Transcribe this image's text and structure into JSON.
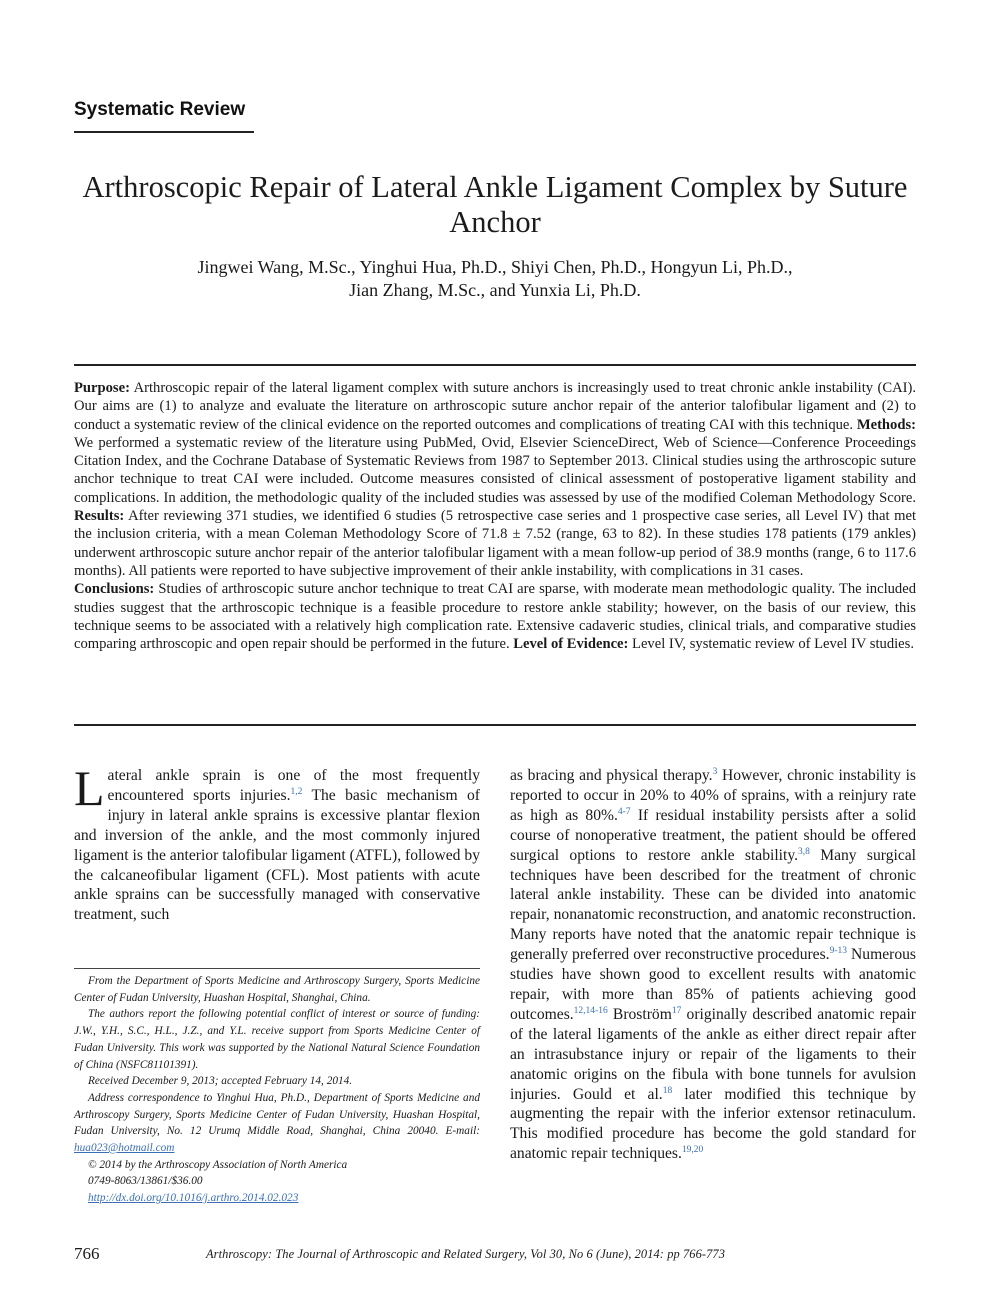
{
  "section_label": "Systematic Review",
  "title": "Arthroscopic Repair of Lateral Ankle Ligament Complex by Suture Anchor",
  "authors": {
    "line1": "Jingwei Wang, M.Sc., Yinghui Hua, Ph.D., Shiyi Chen, Ph.D., Hongyun Li, Ph.D.,",
    "line2": "Jian Zhang, M.Sc., and Yunxia Li, Ph.D."
  },
  "abstract": {
    "purpose_label": "Purpose:",
    "purpose_text": " Arthroscopic repair of the lateral ligament complex with suture anchors is increasingly used to treat chronic ankle instability (CAI). Our aims are (1) to analyze and evaluate the literature on arthroscopic suture anchor repair of the anterior talofibular ligament and (2) to conduct a systematic review of the clinical evidence on the reported outcomes and complications of treating CAI with this technique. ",
    "methods_label": "Methods:",
    "methods_text": " We performed a systematic review of the literature using PubMed, Ovid, Elsevier ScienceDirect, Web of Science—Conference Proceedings Citation Index, and the Cochrane Database of Systematic Reviews from 1987 to September 2013. Clinical studies using the arthroscopic suture anchor technique to treat CAI were included. Outcome measures consisted of clinical assessment of postoperative ligament stability and complications. In addition, the methodologic quality of the included studies was assessed by use of the modified Coleman Methodology Score. ",
    "results_label": "Results:",
    "results_text": " After reviewing 371 studies, we identified 6 studies (5 retrospective case series and 1 prospective case series, all Level IV) that met the inclusion criteria, with a mean Coleman Methodology Score of 71.8 ± 7.52 (range, 63 to 82). In these studies 178 patients (179 ankles) underwent arthroscopic suture anchor repair of the anterior talofibular ligament with a mean follow-up period of 38.9 months (range, 6 to 117.6 months). All patients were reported to have subjective improvement of their ankle instability, with complications in 31 cases.",
    "conclusions_label": "Conclusions:",
    "conclusions_text": " Studies of arthroscopic suture anchor technique to treat CAI are sparse, with moderate mean methodologic quality. The included studies suggest that the arthroscopic technique is a feasible procedure to restore ankle stability; however, on the basis of our review, this technique seems to be associated with a relatively high complication rate. Extensive cadaveric studies, clinical trials, and comparative studies comparing arthroscopic and open repair should be performed in the future. ",
    "level_label": "Level of Evidence:",
    "level_text": " Level IV, systematic review of Level IV studies."
  },
  "body_left": {
    "dropcap": "L",
    "s1": "ateral ankle sprain is one of the most frequently encountered sports injuries.",
    "r1": "1,2",
    "s2": " The basic mechanism of injury in lateral ankle sprains is excessive plantar flexion and inversion of the ankle, and the most commonly injured ligament is the anterior talofibular ligament (ATFL), followed by the calcaneofibular ligament (CFL). Most patients with acute ankle sprains can be successfully managed with conservative treatment, such"
  },
  "body_right": {
    "s1": "as bracing and physical therapy.",
    "r1": "3",
    "s2": " However, chronic instability is reported to occur in 20% to 40% of sprains, with a reinjury rate as high as 80%.",
    "r2": "4-7",
    "s3": " If residual instability persists after a solid course of nonoperative treatment, the patient should be offered surgical options to restore ankle stability.",
    "r3": "3,8",
    "s4": " Many surgical techniques have been described for the treatment of chronic lateral ankle instability. These can be divided into anatomic repair, nonanatomic reconstruction, and anatomic reconstruction. Many reports have noted that the anatomic repair technique is generally preferred over reconstructive procedures.",
    "r4": "9-13",
    "s5": " Numerous studies have shown good to excellent results with anatomic repair, with more than 85% of patients achieving good outcomes.",
    "r5": "12,14-16",
    "s6": " Broström",
    "r6": "17",
    "s7": " originally described anatomic repair of the lateral ligaments of the ankle as either direct repair after an intrasubstance injury or repair of the ligaments to their anatomic origins on the fibula with bone tunnels for avulsion injuries. Gould et al.",
    "r7": "18",
    "s8": " later modified this technique by augmenting the repair with the inferior extensor retinaculum. This modified procedure has become the gold standard for anatomic repair techniques.",
    "r8": "19,20"
  },
  "footnotes": {
    "affiliation": "From the Department of Sports Medicine and Arthroscopy Surgery, Sports Medicine Center of Fudan University, Huashan Hospital, Shanghai, China.",
    "conflict": "The authors report the following potential conflict of interest or source of funding: J.W., Y.H., S.C., H.L., J.Z., and Y.L. receive support from Sports Medicine Center of Fudan University. This work was supported by the National Natural Science Foundation of China (NSFC81101391).",
    "received": "Received December 9, 2013; accepted February 14, 2014.",
    "correspondence": "Address correspondence to Yinghui Hua, Ph.D., Department of Sports Medicine and Arthroscopy Surgery, Sports Medicine Center of Fudan University, Huashan Hospital, Fudan University, No. 12 Urumq Middle Road, Shanghai, China 20040. E-mail: ",
    "email": "hua023@hotmail.com",
    "copyright": "© 2014 by the Arthroscopy Association of North America",
    "issn": "0749-8063/13861/$36.00",
    "doi": "http://dx.doi.org/10.1016/j.arthro.2014.02.023"
  },
  "page_number": "766",
  "running_footer": "Arthroscopy: The Journal of Arthroscopic and Related Surgery, Vol 30, No 6 (June), 2014: pp 766-773"
}
